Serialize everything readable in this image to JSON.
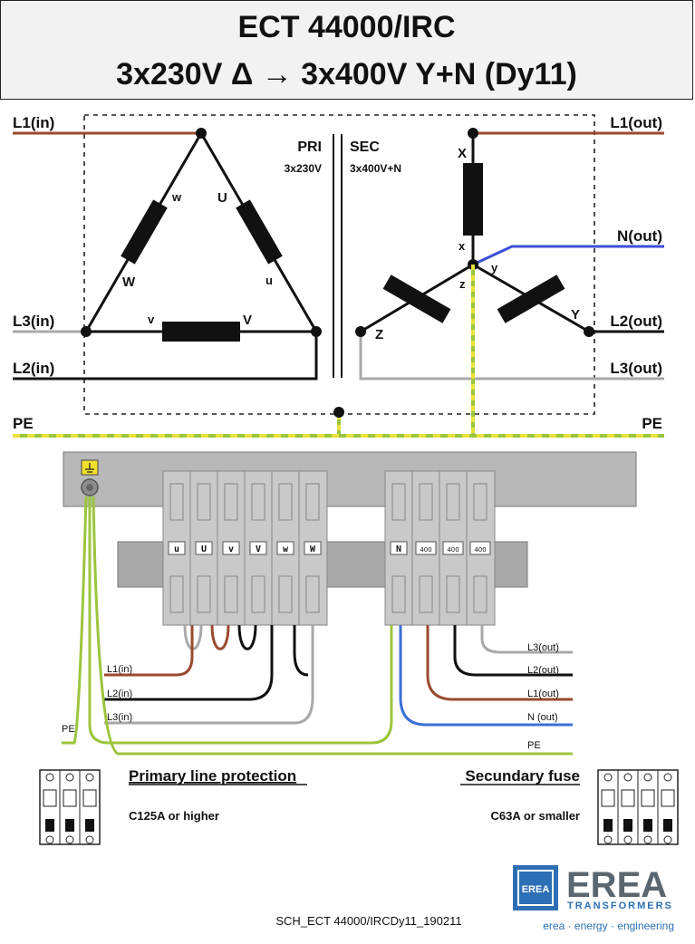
{
  "title": {
    "line1": "ECT 44000/IRC",
    "line2": "3x230V Δ → 3x400V Y+N  (Dy11)"
  },
  "schematic": {
    "inputs": {
      "l1": "L1(in)",
      "l3": "L3(in)",
      "l2": "L2(in)"
    },
    "outputs": {
      "l1": "L1(out)",
      "n": "N(out)",
      "l2": "L2(out)",
      "l3": "L3(out)"
    },
    "pe_left": "PE",
    "pe_right": "PE",
    "primary": {
      "label": "PRI",
      "voltage": "3x230V"
    },
    "secondary": {
      "label": "SEC",
      "voltage": "3x400V+N"
    },
    "primary_terminals": {
      "w_small": "w",
      "U_big": "U",
      "W_big": "W",
      "u_small": "u",
      "v_small": "v",
      "V_big": "V"
    },
    "secondary_terminals": {
      "X_big": "X",
      "x_small": "x",
      "y_small": "y",
      "z_small": "z",
      "Z_big": "Z",
      "Y_big": "Y"
    }
  },
  "terminal_block": {
    "primary_markers": [
      "u",
      "U",
      "v",
      "V",
      "w",
      "W"
    ],
    "secondary_markers": [
      "N",
      "400",
      "400",
      "400"
    ]
  },
  "wiring": {
    "left_labels": {
      "l1": "L1(in)",
      "l2": "L2(in)",
      "l3": "L3(in)",
      "pe": "PE"
    },
    "right_labels": {
      "l3": "L3(out)",
      "l2": "L2(out)",
      "l1": "L1(out)",
      "n": "N (out)",
      "pe": "PE"
    }
  },
  "protection": {
    "primary_title": "Primary line protection",
    "primary_rating": "C125A or higher",
    "secondary_title": "Secundary fuse",
    "secondary_rating": "C63A or smaller"
  },
  "footer": {
    "doc_code": "SCH_ECT 44000/IRCDy11_190211",
    "brand_name": "EREA",
    "brand_sub": "TRANSFORMERS",
    "tagline": "erea · energy · engineering",
    "logo_text": "EREA"
  },
  "colors": {
    "brown": "#9a4a2e",
    "blue": "#3a4fd6",
    "grey": "#a8a8a8",
    "black": "#111111",
    "pe_green": "#9bc53d",
    "pe_yellow": "#e9e23a",
    "brand_blue": "#2c6fb5",
    "brand_grey": "#5b6770"
  }
}
